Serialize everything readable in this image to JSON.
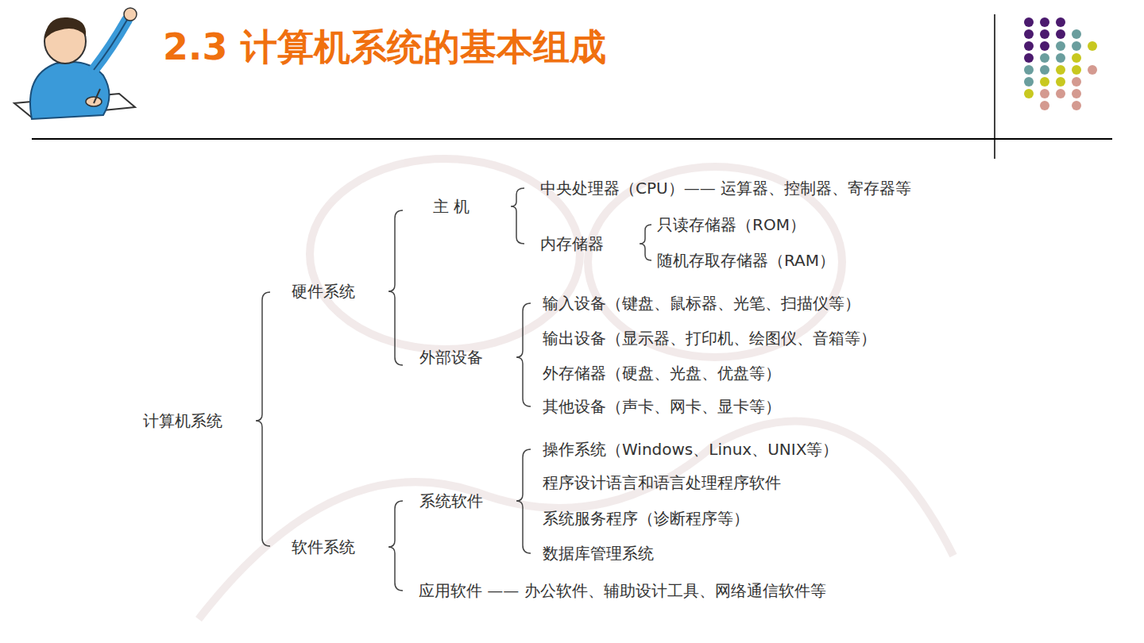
{
  "diagram": {
    "title": "2.3  计算机系统的基本组成",
    "labels": [
      "计算机系统",
      "硬件系统",
      "主 机",
      "中央处理器（CPU）—— 运算器、控制器、寄存器等",
      "内存储器",
      "只读存储器（ROM）",
      "随机存取存储器（RAM）",
      "外部设备",
      "输入设备（键盘、鼠标器、光笔、扫描仪等）",
      "输出设备（显示器、打印机、绘图仪、音箱等）",
      "外存储器（硬盘、光盘、优盘等）",
      "其他设备（声卡、网卡、显卡等）",
      "软件系统",
      "系统软件",
      "操作系统（Windows、Linux、UNIX等）",
      "程序设计语言和语言处理程序软件",
      "系统服务程序（诊断程序等）",
      "数据库管理系统",
      "应用软件 —— 办公软件、辅助设计工具、网络通信软件等"
    ]
  }
}
